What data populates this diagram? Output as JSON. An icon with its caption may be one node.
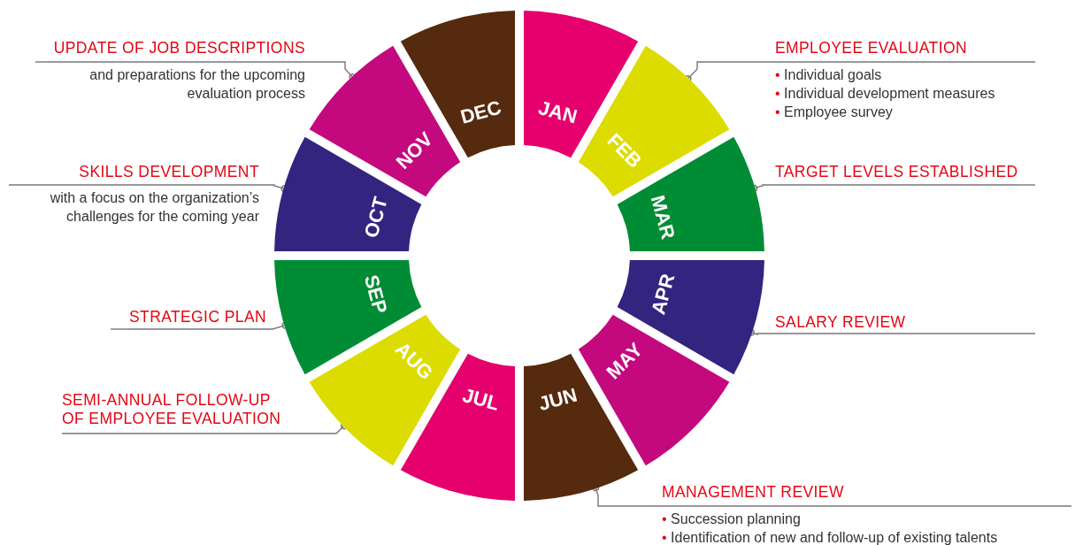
{
  "diagram": {
    "nodes": [
      {
        "text": [
          "JAN"
        ]
      },
      {
        "text": [
          "FEB"
        ]
      },
      {
        "text": [
          "MAR"
        ]
      },
      {
        "text": [
          "APR"
        ]
      },
      {
        "text": [
          "MAY"
        ]
      },
      {
        "text": [
          "JUN"
        ]
      },
      {
        "text": [
          "JUL"
        ]
      },
      {
        "text": [
          "AUG"
        ]
      },
      {
        "text": [
          "SEP"
        ]
      },
      {
        "text": [
          "OCT"
        ]
      },
      {
        "text": [
          "NOV"
        ]
      },
      {
        "text": [
          "DEC"
        ]
      },
      {
        "text": [
          "UPDATE OF JOB DESCRIPTIONS",
          "and preparations for the upcoming evaluation process"
        ]
      },
      {
        "text": [
          "EMPLOYEE EVALUATION",
          "• Individual goals",
          "• Individual development measures",
          "• Employee survey"
        ]
      },
      {
        "text": [
          "SKILLS DEVELOPMENT",
          "with a focus on the organization’s challenges for the coming year"
        ]
      },
      {
        "text": [
          "TARGET LEVELS ESTABLISHED"
        ]
      },
      {
        "text": [
          "STRATEGIC PLAN"
        ]
      },
      {
        "text": [
          "SALARY REVIEW"
        ]
      },
      {
        "text": [
          "SEMI-ANNUAL FOLLOW-UP OF EMPLOYEE EVALUATION"
        ]
      },
      {
        "text": [
          "MANAGEMENT REVIEW",
          "• Succession planning",
          "• Identification of new and follow-up of existing talents"
        ]
      }
    ],
    "edges": [
      {
        "from": 12,
        "to": 10,
        "arrow": "other"
      },
      {
        "from": 13,
        "to": 1,
        "arrow": "other"
      },
      {
        "from": 14,
        "to": 9,
        "arrow": "other"
      },
      {
        "from": 15,
        "to": 2,
        "arrow": "other"
      },
      {
        "from": 16,
        "to": 8,
        "arrow": "other"
      },
      {
        "from": 17,
        "to": 3,
        "arrow": "other"
      },
      {
        "from": 18,
        "to": 7,
        "arrow": "other"
      },
      {
        "from": 19,
        "to": 5,
        "arrow": "other"
      }
    ]
  }
}
